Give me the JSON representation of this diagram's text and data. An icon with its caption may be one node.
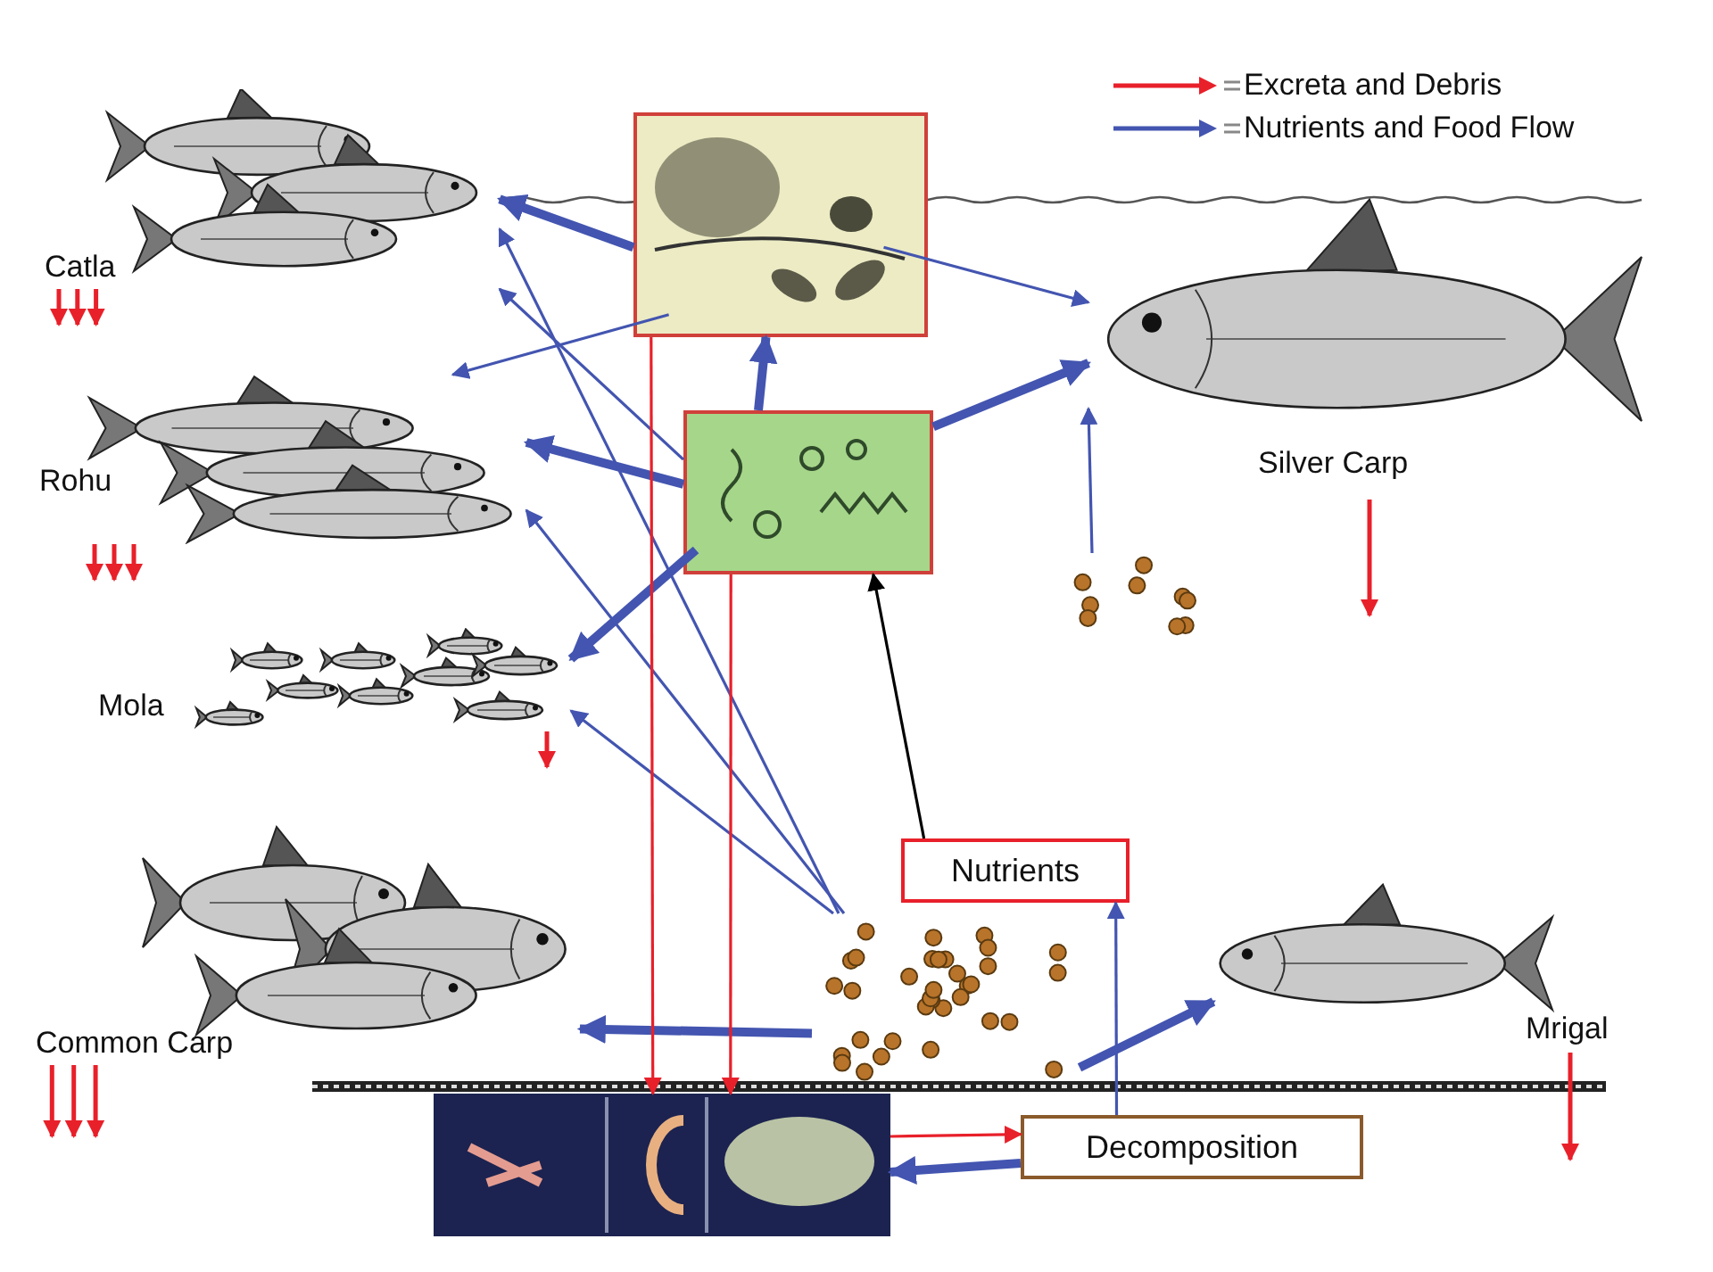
{
  "diagram": {
    "nodes": [
      {
        "text": [],
        "shape": "picture"
      },
      {
        "text": [],
        "shape": "picture"
      },
      {
        "text": [
          "Catla"
        ]
      },
      {
        "text": [
          "Rohu"
        ]
      },
      {
        "text": [
          "Mola"
        ]
      },
      {
        "text": [
          "Silver Carp"
        ]
      },
      {
        "text": [
          "Common Carp"
        ]
      },
      {
        "text": [
          "Mrigal"
        ]
      },
      {
        "text": [],
        "shape": "picture"
      },
      {
        "text": [],
        "shape": "picture"
      },
      {
        "text": [
          "Nutrients"
        ]
      },
      {
        "text": [],
        "shape": "picture"
      },
      {
        "text": [
          "Decomposition"
        ]
      }
    ],
    "edges": [
      {
        "from": 0,
        "to": 2,
        "arrow": "to",
        "style": "thick",
        "color": "#4355b0"
      },
      {
        "from": 0,
        "to": 3,
        "arrow": "to",
        "color": "#4355b0"
      },
      {
        "from": 0,
        "to": 5,
        "arrow": "to",
        "color": "#4355b0"
      },
      {
        "from": 1,
        "to": 0,
        "arrow": "to",
        "style": "thick",
        "color": "#4355b0"
      },
      {
        "from": 1,
        "to": 2,
        "arrow": "to",
        "color": "#4355b0"
      },
      {
        "from": 1,
        "to": 3,
        "arrow": "to",
        "style": "thick",
        "color": "#4355b0"
      },
      {
        "from": 1,
        "to": 4,
        "arrow": "to",
        "style": "thick",
        "color": "#4355b0"
      },
      {
        "from": 1,
        "to": 5,
        "arrow": "to",
        "style": "thick",
        "color": "#4355b0"
      },
      {
        "from": 8,
        "to": 2,
        "arrow": "to",
        "color": "#4355b0"
      },
      {
        "from": 8,
        "to": 3,
        "arrow": "to",
        "color": "#4355b0"
      },
      {
        "from": 8,
        "to": 4,
        "arrow": "to",
        "color": "#4355b0"
      },
      {
        "from": 9,
        "to": 5,
        "arrow": "to",
        "color": "#4355b0"
      },
      {
        "from": 8,
        "to": 6,
        "arrow": "to",
        "style": "thick",
        "color": "#4355b0"
      },
      {
        "from": 8,
        "to": 7,
        "arrow": "to",
        "style": "thick",
        "color": "#4355b0"
      },
      {
        "from": 0,
        "to": 11,
        "arrow": "to",
        "color": "#e8202a"
      },
      {
        "from": 1,
        "to": 11,
        "arrow": "to",
        "color": "#e8202a"
      },
      {
        "from": 11,
        "to": 12,
        "arrow": "to",
        "color": "#e8202a"
      },
      {
        "from": 12,
        "to": 11,
        "arrow": "to",
        "style": "thick",
        "color": "#4355b0"
      },
      {
        "from": 12,
        "to": 10,
        "arrow": "to",
        "color": "#4355b0"
      },
      {
        "from": 10,
        "to": 1,
        "arrow": "to",
        "color": "#000000"
      },
      {
        "from": 2,
        "to": null,
        "arrow": "to",
        "color": "#e8202a"
      },
      {
        "from": 2,
        "to": null,
        "arrow": "to",
        "color": "#e8202a"
      },
      {
        "from": 2,
        "to": null,
        "arrow": "to",
        "color": "#e8202a"
      },
      {
        "from": 3,
        "to": null,
        "arrow": "to",
        "color": "#e8202a"
      },
      {
        "from": 3,
        "to": null,
        "arrow": "to",
        "color": "#e8202a"
      },
      {
        "from": 3,
        "to": null,
        "arrow": "to",
        "color": "#e8202a"
      },
      {
        "from": 4,
        "to": null,
        "arrow": "to",
        "color": "#e8202a"
      },
      {
        "from": 5,
        "to": null,
        "arrow": "to",
        "color": "#e8202a"
      },
      {
        "from": 6,
        "to": null,
        "arrow": "to",
        "color": "#e8202a"
      },
      {
        "from": 6,
        "to": null,
        "arrow": "to",
        "color": "#e8202a"
      },
      {
        "from": 6,
        "to": null,
        "arrow": "to",
        "color": "#e8202a"
      },
      {
        "from": 7,
        "to": null,
        "arrow": "to",
        "color": "#e8202a"
      }
    ],
    "legend": [
      {
        "text": "Excreta and Debris"
      },
      {
        "text": "Nutrients and Food Flow"
      }
    ]
  }
}
